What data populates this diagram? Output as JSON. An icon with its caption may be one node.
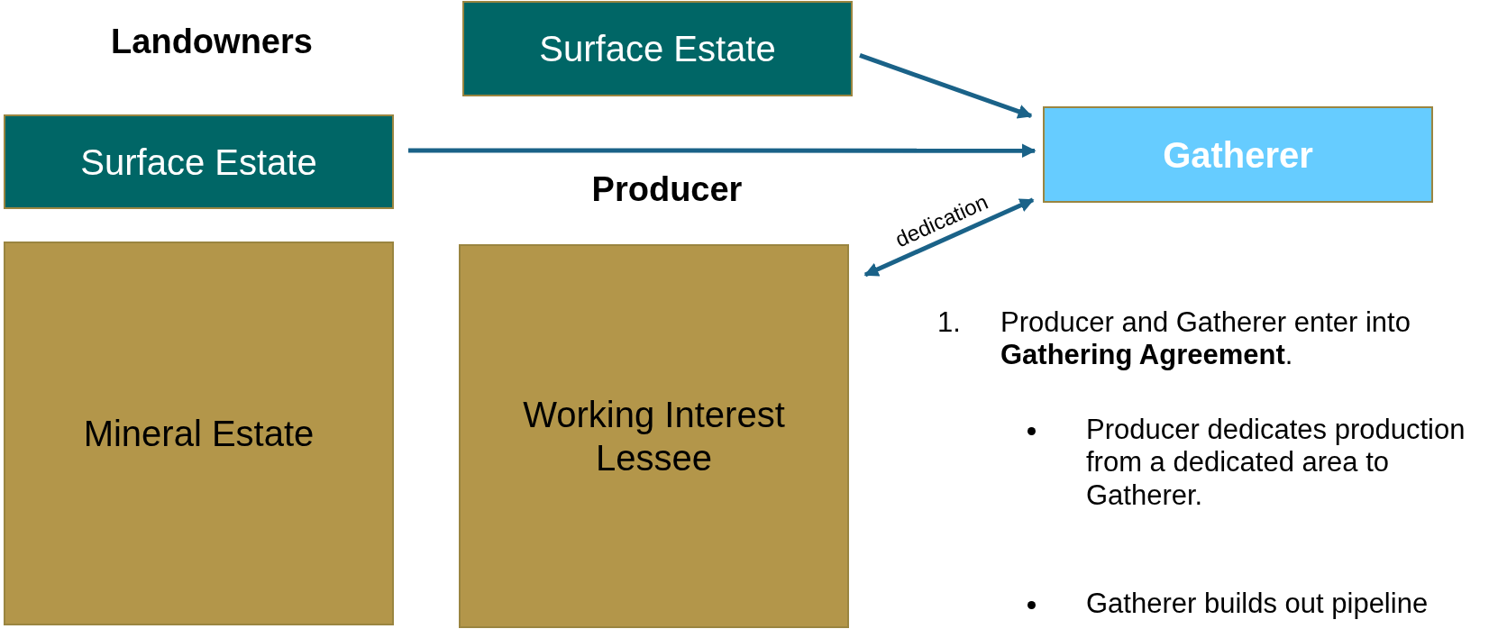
{
  "diagram": {
    "nodes": [
      {
        "text": [
          "Surface Estate"
        ]
      },
      {
        "text": [
          "Surface Estate"
        ]
      },
      {
        "text": [
          "Gatherer"
        ]
      },
      {
        "text": [
          "Mineral Estate"
        ]
      },
      {
        "text": [
          "Working Interest Lessee"
        ]
      }
    ],
    "edges": [
      {
        "from": 0,
        "to": 2,
        "arrow": "to"
      },
      {
        "from": 1,
        "to": 2,
        "arrow": "to"
      },
      {
        "from": 4,
        "to": 2,
        "label": "dedication",
        "arrow": "both"
      }
    ],
    "labels": [
      "Landowners",
      "Producer",
      "1.",
      "Producer and Gatherer enter into **Gathering Agreement**.",
      "Producer dedicates production from a dedicated area to Gatherer.",
      "Gatherer builds out pipeline"
    ]
  }
}
